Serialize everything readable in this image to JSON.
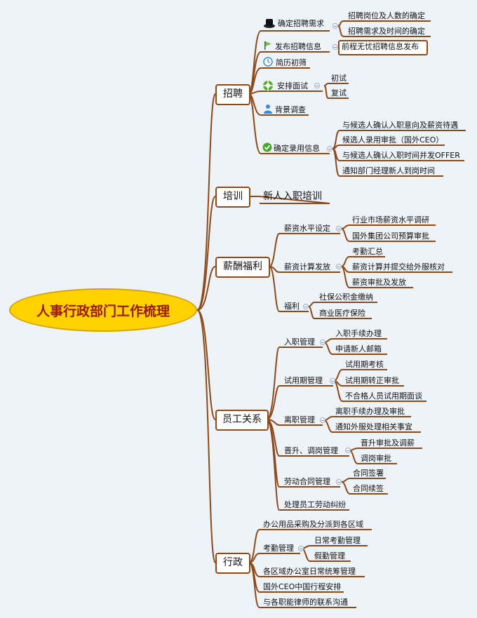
{
  "root": "人事行政部门工作梳理",
  "branches": {
    "recruit": "招聘",
    "train": "培训",
    "salary": "薪酬福利",
    "relations": "员工关系",
    "admin": "行政"
  },
  "recruit": {
    "need": "确定招聘需求",
    "need_1": "招聘岗位及人数的确定",
    "need_2": "招聘需求及时间的确定",
    "publish": "发布招聘信息",
    "publish_1": "前程无忧招聘信息发布",
    "screen": "简历初筛",
    "interview": "安排面试",
    "interview_1": "初试",
    "interview_2": "复试",
    "background": "背景调查",
    "offer": "确定录用信息",
    "offer_1": "与候选人确认入职意向及薪资待遇",
    "offer_2": "候选人录用审批（国外CEO）",
    "offer_3": "与候选人确认入职时间并发OFFER",
    "offer_4": "通知部门经理新人到岗时间"
  },
  "train": {
    "item": "新人入职培训"
  },
  "salary": {
    "level": "薪资水平设定",
    "level_1": "行业市场薪资水平调研",
    "level_2": "国外集团公司预算审批",
    "pay": "薪资计算发放",
    "pay_1": "考勤汇总",
    "pay_2": "薪资计算并提交给外服核对",
    "pay_3": "薪资审批及发放",
    "welfare": "福利",
    "welfare_1": "社保公积金缴纳",
    "welfare_2": "商业医疗保险"
  },
  "relations": {
    "onboard": "入职管理",
    "onboard_1": "入职手续办理",
    "onboard_2": "申请新人邮箱",
    "probation": "试用期管理",
    "probation_1": "试用期考核",
    "probation_2": "试用期转正审批",
    "probation_3": "不合格人员试用期面谈",
    "leave": "离职管理",
    "leave_1": "离职手续办理及审批",
    "leave_2": "通知外服处理相关事宜",
    "promote": "晋升、调岗管理",
    "promote_1": "晋升审批及调薪",
    "promote_2": "调岗审批",
    "contract": "劳动合同管理",
    "contract_1": "合同签署",
    "contract_2": "合同续签",
    "dispute": "处理员工劳动纠纷"
  },
  "admin": {
    "a1": "办公用品采购及分派到各区域",
    "attendance": "考勤管理",
    "att_1": "日常考勤管理",
    "att_2": "假勤管理",
    "a3": "各区域办公室日常统筹管理",
    "a4": "国外CEO中国行程安排",
    "a5": "与各职能律师的联系沟通"
  },
  "colors": {
    "line": "#8c4a1b",
    "root_fill": "#ffd200",
    "root_text": "#9a1a00",
    "bg": "#eef3f9"
  },
  "icons": [
    "hat-icon",
    "flag-icon",
    "clock-icon",
    "target-icon",
    "person-icon",
    "check-icon"
  ]
}
